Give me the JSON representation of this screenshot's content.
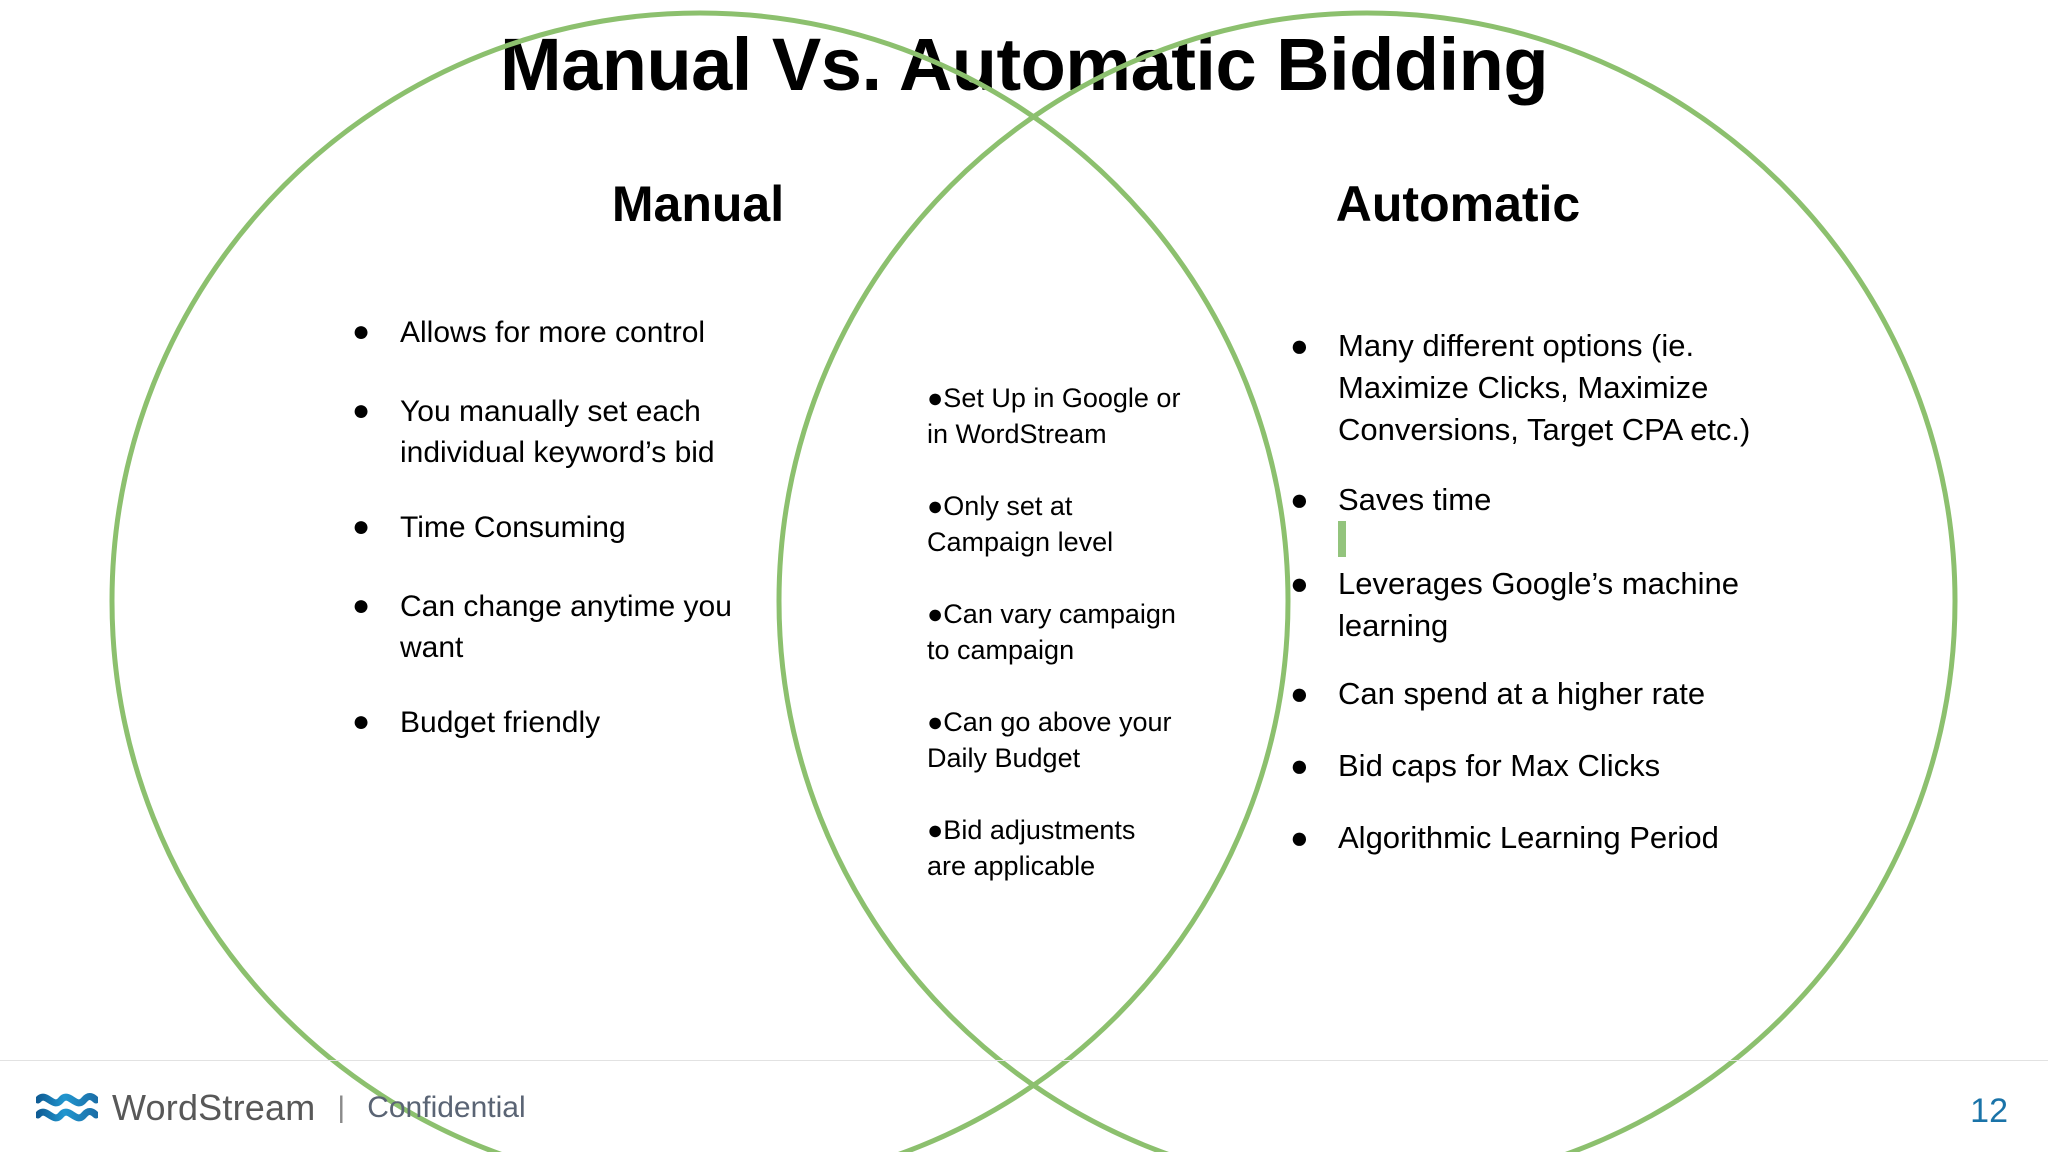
{
  "slide": {
    "title": "Manual Vs. Automatic Bidding",
    "page_number": "12"
  },
  "colors": {
    "circle_stroke": "#8cc06e",
    "highlight_green": "#93c47d",
    "highlight_red": "#ea9999",
    "page_number": "#1a73a8",
    "logo_blue": "#1a7bb9"
  },
  "venn": {
    "left": {
      "heading": "Manual",
      "bullets": [
        {
          "text": "Allows for more control",
          "highlight": "green"
        },
        {
          "text": "You manually set each individual keyword’s bid",
          "highlight": "none"
        },
        {
          "text": "Time Consuming",
          "highlight": "red"
        },
        {
          "text": "Can change anytime you want",
          "highlight": "none"
        },
        {
          "text": "Budget friendly",
          "highlight": "none"
        }
      ]
    },
    "center": {
      "bullets": [
        "●Set Up in Google or\nin WordStream",
        "●Only set at\nCampaign level",
        "●Can vary campaign\nto campaign",
        "●Can go above your\nDaily Budget",
        "●Bid adjustments\nare applicable"
      ]
    },
    "right": {
      "heading": "Automatic",
      "bullets": [
        {
          "text": "Many different options (ie. Maximize Clicks, Maximize Conversions, Target CPA etc.)",
          "highlight": "none"
        },
        {
          "text": "Saves time",
          "highlight": "green"
        },
        {
          "text": "Leverages Google’s machine learning",
          "highlight": "green"
        },
        {
          "text": "Can spend at a higher rate",
          "highlight": "red"
        },
        {
          "text": "Bid caps for Max Clicks",
          "highlight": "none"
        },
        {
          "text": "Algorithmic Learning Period",
          "highlight": "red"
        }
      ]
    }
  },
  "footer": {
    "brand": "WordStream",
    "separator": "|",
    "classification": "Confidential"
  },
  "icons": {
    "logo": "wordstream-wave-logo",
    "bullet": "●"
  }
}
